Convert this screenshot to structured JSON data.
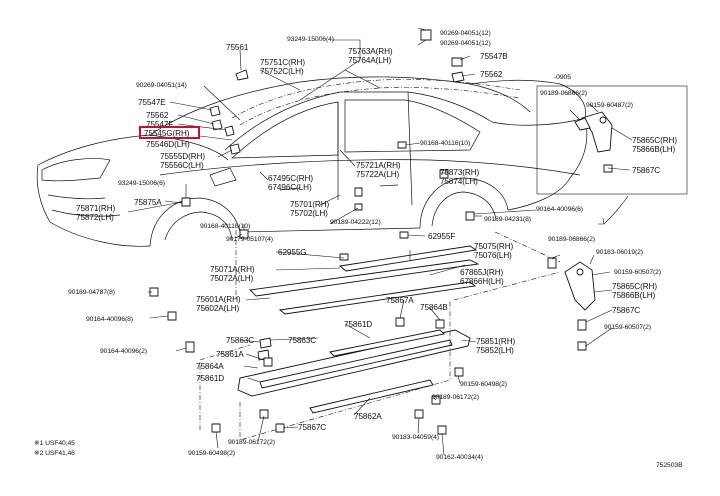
{
  "labels": {
    "l75561": "75561",
    "l93249a": "93249-15006(4)",
    "l90269a": "90269-04051(12)",
    "l90269b": "90269-04051(12)",
    "l75751c": "75751C(RH)",
    "l75752c": "75752C(LH)",
    "l75763a": "75763A(RH)",
    "l75764a": "75764A(LH)",
    "l75547ba": "75547B",
    "l75562a": "75562",
    "l90269c": "90269-04051(14)",
    "l75547e": "75547E",
    "l75562b": "75562",
    "l75547f": "75547F",
    "l75545g": "75545G(RH)",
    "l75546d": "75546D(LH)",
    "l75555d": "75555D(RH)",
    "l75556c": "75556C(LH)",
    "l90168a": "90168-40116(10)",
    "l75721a": "75721A(RH)",
    "l75722a": "75722A(LH)",
    "l67495c": "67495C(RH)",
    "l67496c": "67496C(LH)",
    "l75873": "75873(RH)",
    "l75874": "75874(LH)",
    "l93249b": "93249-15006(6)",
    "l75701": "75701(RH)",
    "l75702": "75702(LH)",
    "l90164a": "90164-40096(6)",
    "l75871": "75871(RH)",
    "l75872": "75872(LH)",
    "l75875a": "75875A",
    "l90189a": "90189-04231(8)",
    "l90189b": "90189-04222(12)",
    "l90168b": "90168-40116(10)",
    "l90179": "90179-05107(4)",
    "l62955f": "62955F",
    "l75075": "75075(RH)",
    "l75076": "75076(LH)",
    "l90189c": "90189-06866(2)",
    "l90183": "90183-06019(2)",
    "l62955g": "62955G",
    "l75071a": "75071A(RH)",
    "l75072a": "75072A(LH)",
    "l67865j": "67865J(RH)",
    "l67866h": "67866H(LH)",
    "l90159a": "90159-60507(2)",
    "l75865cb": "75865C(RH)",
    "l75866bb": "75866B(LH)",
    "l90189d": "90189-04787(8)",
    "l75601a": "75601A(RH)",
    "l75602a": "75602A(LH)",
    "l75867a": "75867A",
    "l75864b": "75864B",
    "l75867cb": "75867C",
    "l90164b": "90164-40096(8)",
    "l75861d": "75861D",
    "l90159b": "90159-60507(2)",
    "l75863c_a": "75863C",
    "l75863c_b": "75863C",
    "l75851": "75851(RH)",
    "l75852": "75852(LH)",
    "l90164c": "90164-40096(2)",
    "l75861a": "75861A",
    "l75864a": "75864A",
    "l75861d_b": "75861D",
    "l90159c": "90159-60498(2)",
    "l90189e": "90189-06172(2)",
    "l75862a": "75862A",
    "l90189f": "90189-06172(2)",
    "l75867c": "75867C",
    "l90183b": "90183-04059(4)",
    "l90159d": "90159-60498(2)",
    "l90162": "90162-40034(4)",
    "l0905": "-0905",
    "l90189g": "90189-06866(2)",
    "l90159e": "90159-60487(2)",
    "l75865ci": "75865C(RH)",
    "l75866bi": "75866B(LH)",
    "l75867ci": "75867C",
    "note1": "※1 USF40,45",
    "note2": "※2 USF41,46",
    "code": "752503B"
  }
}
